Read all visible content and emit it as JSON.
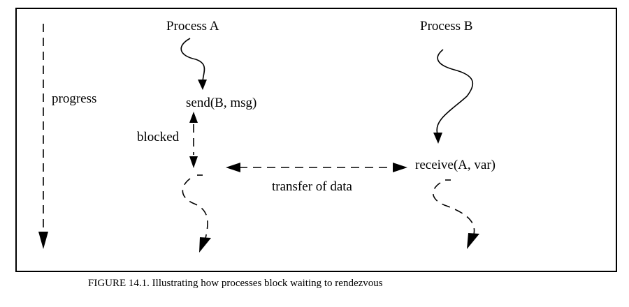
{
  "figure": {
    "labels": {
      "process_a": "Process A",
      "process_b": "Process B",
      "progress": "progress",
      "send": "send(B, msg)",
      "blocked": "blocked",
      "receive": "receive(A, var)",
      "transfer": "transfer of data"
    },
    "caption": "FIGURE 14.1.  Illustrating how processes block waiting to rendezvous"
  }
}
